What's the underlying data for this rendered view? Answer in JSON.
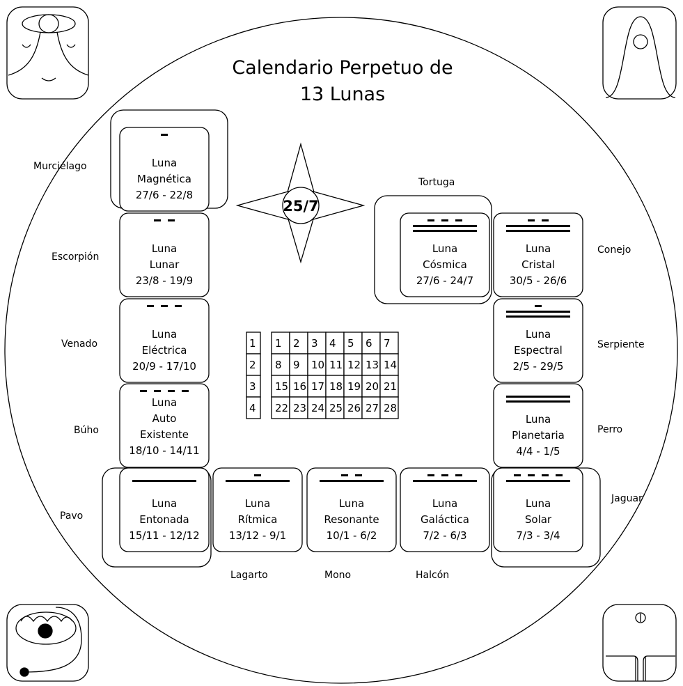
{
  "title": {
    "line1": "Calendario Perpetuo de",
    "line2": "13 Lunas"
  },
  "compass": {
    "date": "25/7"
  },
  "moons": [
    {
      "name": "Magnética",
      "dates": "27/6 - 22/8",
      "totem": "Murciélago",
      "bars": 0,
      "dots": 1
    },
    {
      "name": "Lunar",
      "dates": "23/8 - 19/9",
      "totem": "Escorpión",
      "bars": 0,
      "dots": 2
    },
    {
      "name": "Eléctrica",
      "dates": "20/9 - 17/10",
      "totem": "Venado",
      "bars": 0,
      "dots": 3
    },
    {
      "name": "Auto Existente",
      "name_lines": [
        "Auto",
        "Existente"
      ],
      "dates": "18/10 - 14/11",
      "totem": "Búho",
      "bars": 0,
      "dots": 4
    },
    {
      "name": "Entonada",
      "dates": "15/11 - 12/12",
      "totem": "Pavo",
      "bars": 1,
      "dots": 0
    },
    {
      "name": "Rítmica",
      "dates": "13/12 - 9/1",
      "totem": "Lagarto",
      "bars": 1,
      "dots": 1
    },
    {
      "name": "Resonante",
      "dates": "10/1 - 6/2",
      "totem": "Mono",
      "bars": 1,
      "dots": 2
    },
    {
      "name": "Galáctica",
      "dates": "7/2 - 6/3",
      "totem": "Halcón",
      "bars": 1,
      "dots": 3
    },
    {
      "name": "Solar",
      "dates": "7/3 - 3/4",
      "totem": "Jaguar",
      "bars": 1,
      "dots": 4
    },
    {
      "name": "Planetaria",
      "dates": "4/4 - 1/5",
      "totem": "Perro",
      "bars": 2,
      "dots": 0
    },
    {
      "name": "Espectral",
      "dates": "2/5 - 29/5",
      "totem": "Serpiente",
      "bars": 2,
      "dots": 1
    },
    {
      "name": "Cristal",
      "dates": "30/5 - 26/6",
      "totem": "Conejo",
      "bars": 2,
      "dots": 2
    },
    {
      "name": "Cósmica",
      "dates": "27/6 - 24/7",
      "totem": "Tortuga",
      "bars": 2,
      "dots": 3
    }
  ],
  "moon_word": "Luna",
  "weeks": [
    "1",
    "2",
    "3",
    "4"
  ],
  "days": [
    [
      "1",
      "2",
      "3",
      "4",
      "5",
      "6",
      "7"
    ],
    [
      "8",
      "9",
      "10",
      "11",
      "12",
      "13",
      "14"
    ],
    [
      "15",
      "16",
      "17",
      "18",
      "19",
      "20",
      "21"
    ],
    [
      "22",
      "23",
      "24",
      "25",
      "26",
      "27",
      "28"
    ]
  ],
  "colors": {
    "line": "#000000",
    "background": "#ffffff"
  }
}
